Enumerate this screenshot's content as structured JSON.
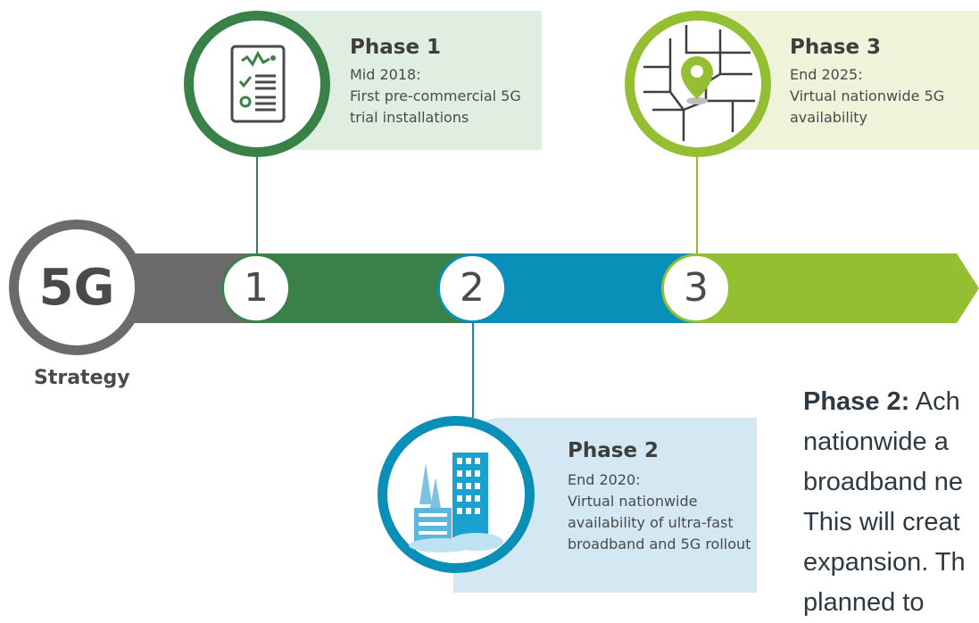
{
  "center": {
    "label": "5G",
    "caption": "Strategy"
  },
  "steps": [
    "1",
    "2",
    "3"
  ],
  "phases": [
    {
      "title": "Phase 1",
      "lines": [
        "Mid 2018:",
        "First pre-commercial 5G",
        "trial installations"
      ],
      "icon": "checklist-icon",
      "color": "#3a8049"
    },
    {
      "title": "Phase 2",
      "lines": [
        "End 2020:",
        "Virtual nationwide",
        "availability of ultra-fast",
        "broadband and 5G rollout"
      ],
      "icon": "city-buildings-icon",
      "color": "#0a8fb8"
    },
    {
      "title": "Phase 3",
      "lines": [
        "End 2025:",
        "Virtual nationwide 5G",
        "availability"
      ],
      "icon": "map-pin-icon",
      "color": "#94bf32"
    }
  ],
  "side_note": {
    "label": "Phase 2:",
    "lines": [
      " Ach",
      "nationwide a",
      "broadband ne",
      "This will creat",
      "expansion. Th",
      "planned to"
    ]
  },
  "colors": {
    "segment_gray": "#6b6b6b",
    "segment_green": "#3a8049",
    "segment_blue": "#0a8fb8",
    "segment_lime": "#94bf32"
  }
}
